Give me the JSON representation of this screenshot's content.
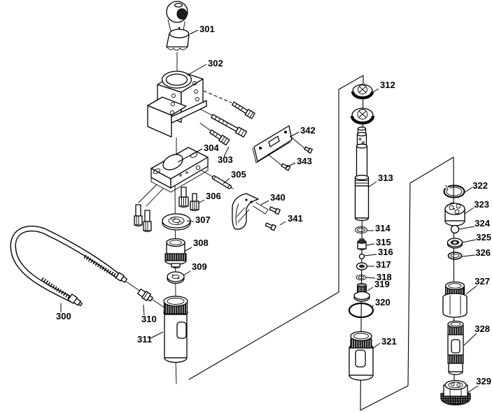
{
  "diagram": {
    "type": "exploded-parts-diagram",
    "background": "#ffffff",
    "line_color": "#000000",
    "callouts": {
      "300": "300",
      "301": "301",
      "302": "302",
      "303": "303",
      "304": "304",
      "305": "305",
      "306": "306",
      "307": "307",
      "308": "308",
      "309": "309",
      "310": "310",
      "311": "311",
      "312": "312",
      "313": "313",
      "314": "314",
      "315": "315",
      "316": "316",
      "317": "317",
      "318": "318",
      "319": "319",
      "320": "320",
      "321": "321",
      "322": "322",
      "323": "323",
      "324": "324",
      "325": "325",
      "326": "326",
      "327": "327",
      "328": "328",
      "329": "329",
      "340": "340",
      "341": "341",
      "342": "342",
      "343": "343"
    }
  }
}
